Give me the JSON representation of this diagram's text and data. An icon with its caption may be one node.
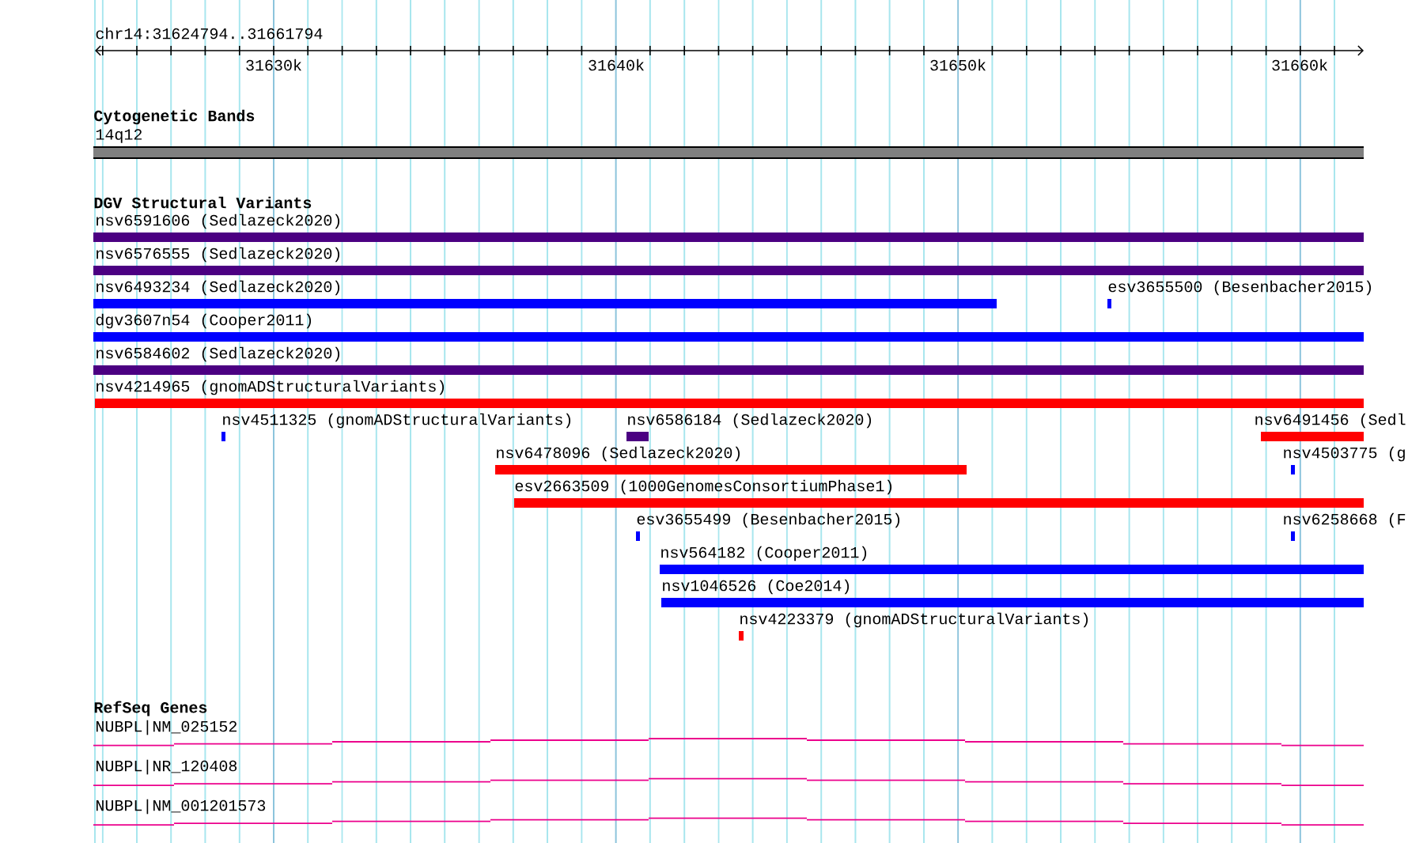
{
  "diagram": {
    "labels": [
      "chr14:31624794..31661794",
      "31630k",
      "31640k",
      "31650k",
      "31660k",
      "Cytogenetic Bands",
      "14q12",
      "DGV Structural Variants",
      "nsv6591606 (Sedlazeck2020)",
      "nsv6576555 (Sedlazeck2020)",
      "nsv6493234 (Sedlazeck2020)",
      "esv3655500 (Besenbacher2015)",
      "dgv3607n54 (Cooper2011)",
      "nsv6584602 (Sedlazeck2020)",
      "nsv4214965 (gnomADStructuralVariants)",
      "nsv4511325 (gnomADStructuralVariants)",
      "nsv6586184 (Sedlazeck2020)",
      "nsv6491456 (Sedl",
      "nsv6478096 (Sedlazeck2020)",
      "nsv4503775 (g",
      "esv2663509 (1000GenomesConsortiumPhase1)",
      "esv3655499 (Besenbacher2015)",
      "nsv6258668 (F",
      "nsv564182 (Cooper2011)",
      "nsv1046526 (Coe2014)",
      "nsv4223379 (gnomADStructuralVariants)",
      "RefSeq Genes",
      "NUBPL|NM_025152",
      "NUBPL|NR_120408",
      "NUBPL|NM_001201573"
    ]
  }
}
